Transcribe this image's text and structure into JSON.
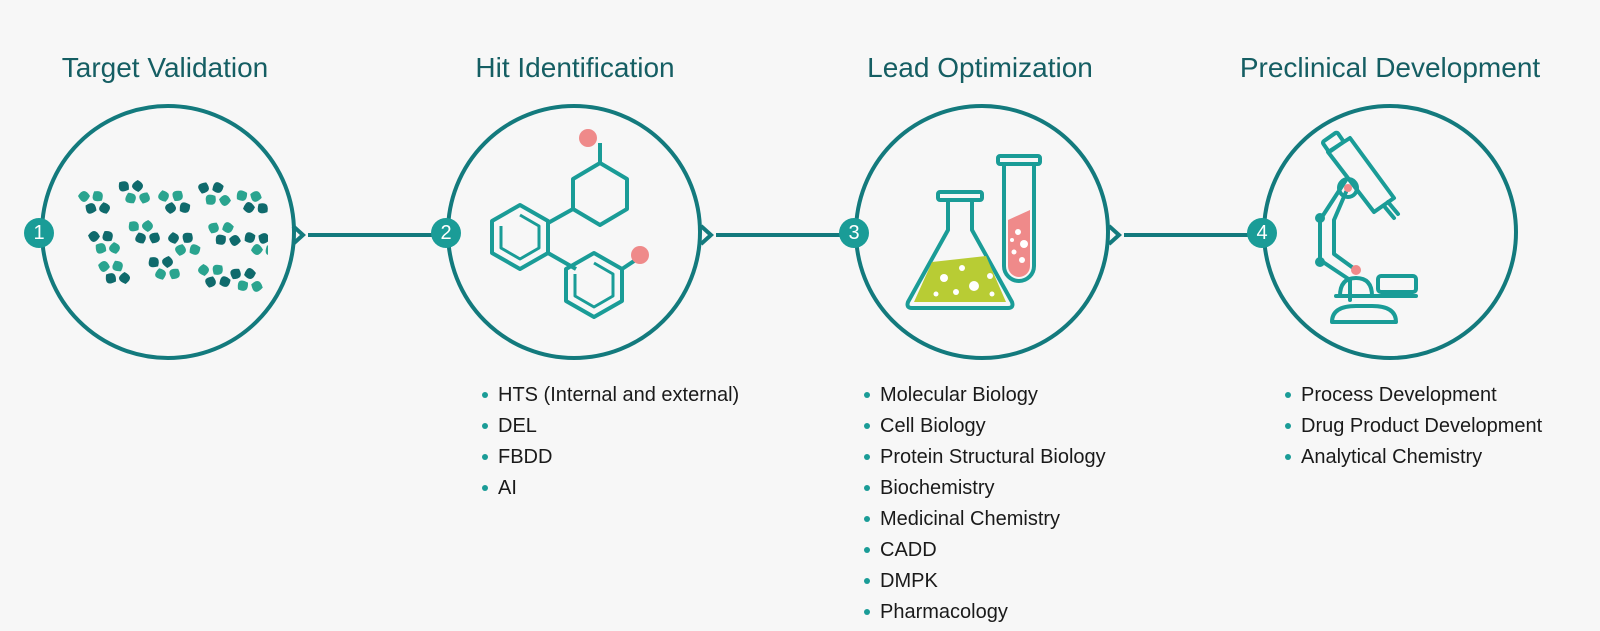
{
  "stages": [
    {
      "title": "Target Validation",
      "number": "1",
      "icon": "protein-ribbon-icon",
      "items": []
    },
    {
      "title": "Hit Identification",
      "number": "2",
      "icon": "molecule-structure-icon",
      "items": [
        "HTS (Internal and external)",
        "DEL",
        "FBDD",
        "AI"
      ]
    },
    {
      "title": "Lead Optimization",
      "number": "3",
      "icon": "flask-test-tube-icon",
      "items": [
        "Molecular Biology",
        "Cell Biology",
        "Protein Structural Biology",
        "Biochemistry",
        "Medicinal Chemistry",
        "CADD",
        "DMPK",
        "Pharmacology"
      ]
    },
    {
      "title": "Preclinical Development",
      "number": "4",
      "icon": "microscope-icon",
      "items": [
        "Process Development",
        "Drug Product Development",
        "Analytical Chemistry"
      ]
    }
  ],
  "colors": {
    "teal_dark": "#137a7d",
    "teal": "#1a9c97",
    "title": "#155e63",
    "accent_pink": "#ef8a8a",
    "accent_lime": "#b8cc34",
    "protein_dark": "#0f6a6c",
    "protein_light": "#2aa48f"
  }
}
